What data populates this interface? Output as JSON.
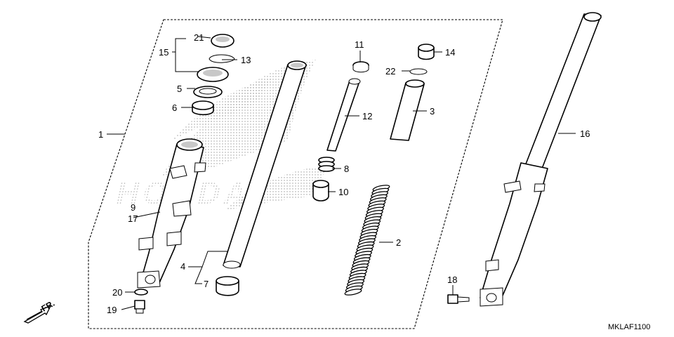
{
  "labels": {
    "p1": "1",
    "p2": "2",
    "p3": "3",
    "p4": "4",
    "p5": "5",
    "p6": "6",
    "p7": "7",
    "p8": "8",
    "p9": "9",
    "p10": "10",
    "p11": "11",
    "p12": "12",
    "p13": "13",
    "p14": "14",
    "p15": "15",
    "p16": "16",
    "p17": "17",
    "p18": "18",
    "p19": "19",
    "p20": "20",
    "p21": "21",
    "p22": "22"
  },
  "direction_label": "FR.",
  "watermark_text": "HONDA",
  "diagram_code": "MKLAF1100"
}
